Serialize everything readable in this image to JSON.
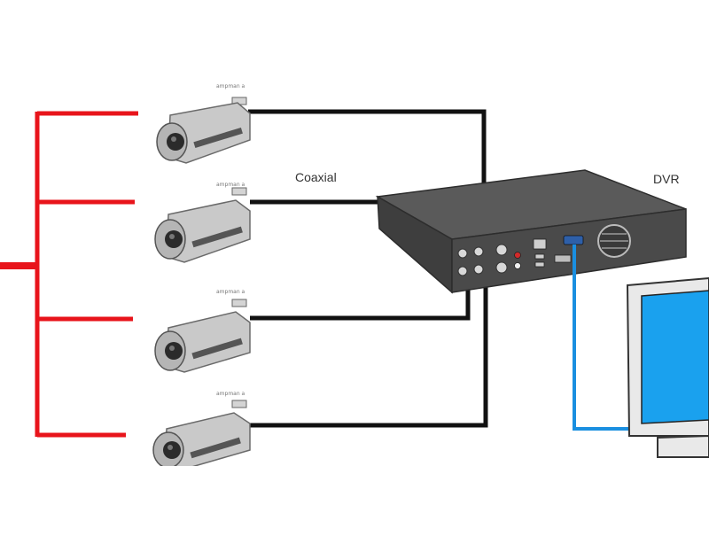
{
  "labels": {
    "coaxial": "Coaxial",
    "dvr": "DVR"
  },
  "cameras": [
    {
      "tag": "ampman a"
    },
    {
      "tag": "ampman a"
    },
    {
      "tag": "ampman a"
    },
    {
      "tag": "ampman a"
    }
  ],
  "colors": {
    "power": "#e8141b",
    "coax": "#111111",
    "video_out": "#1a8fe0",
    "camera_body": "#c9c9c9",
    "dvr_body": "#4d4d4d",
    "monitor_screen": "#1aa1ee"
  }
}
